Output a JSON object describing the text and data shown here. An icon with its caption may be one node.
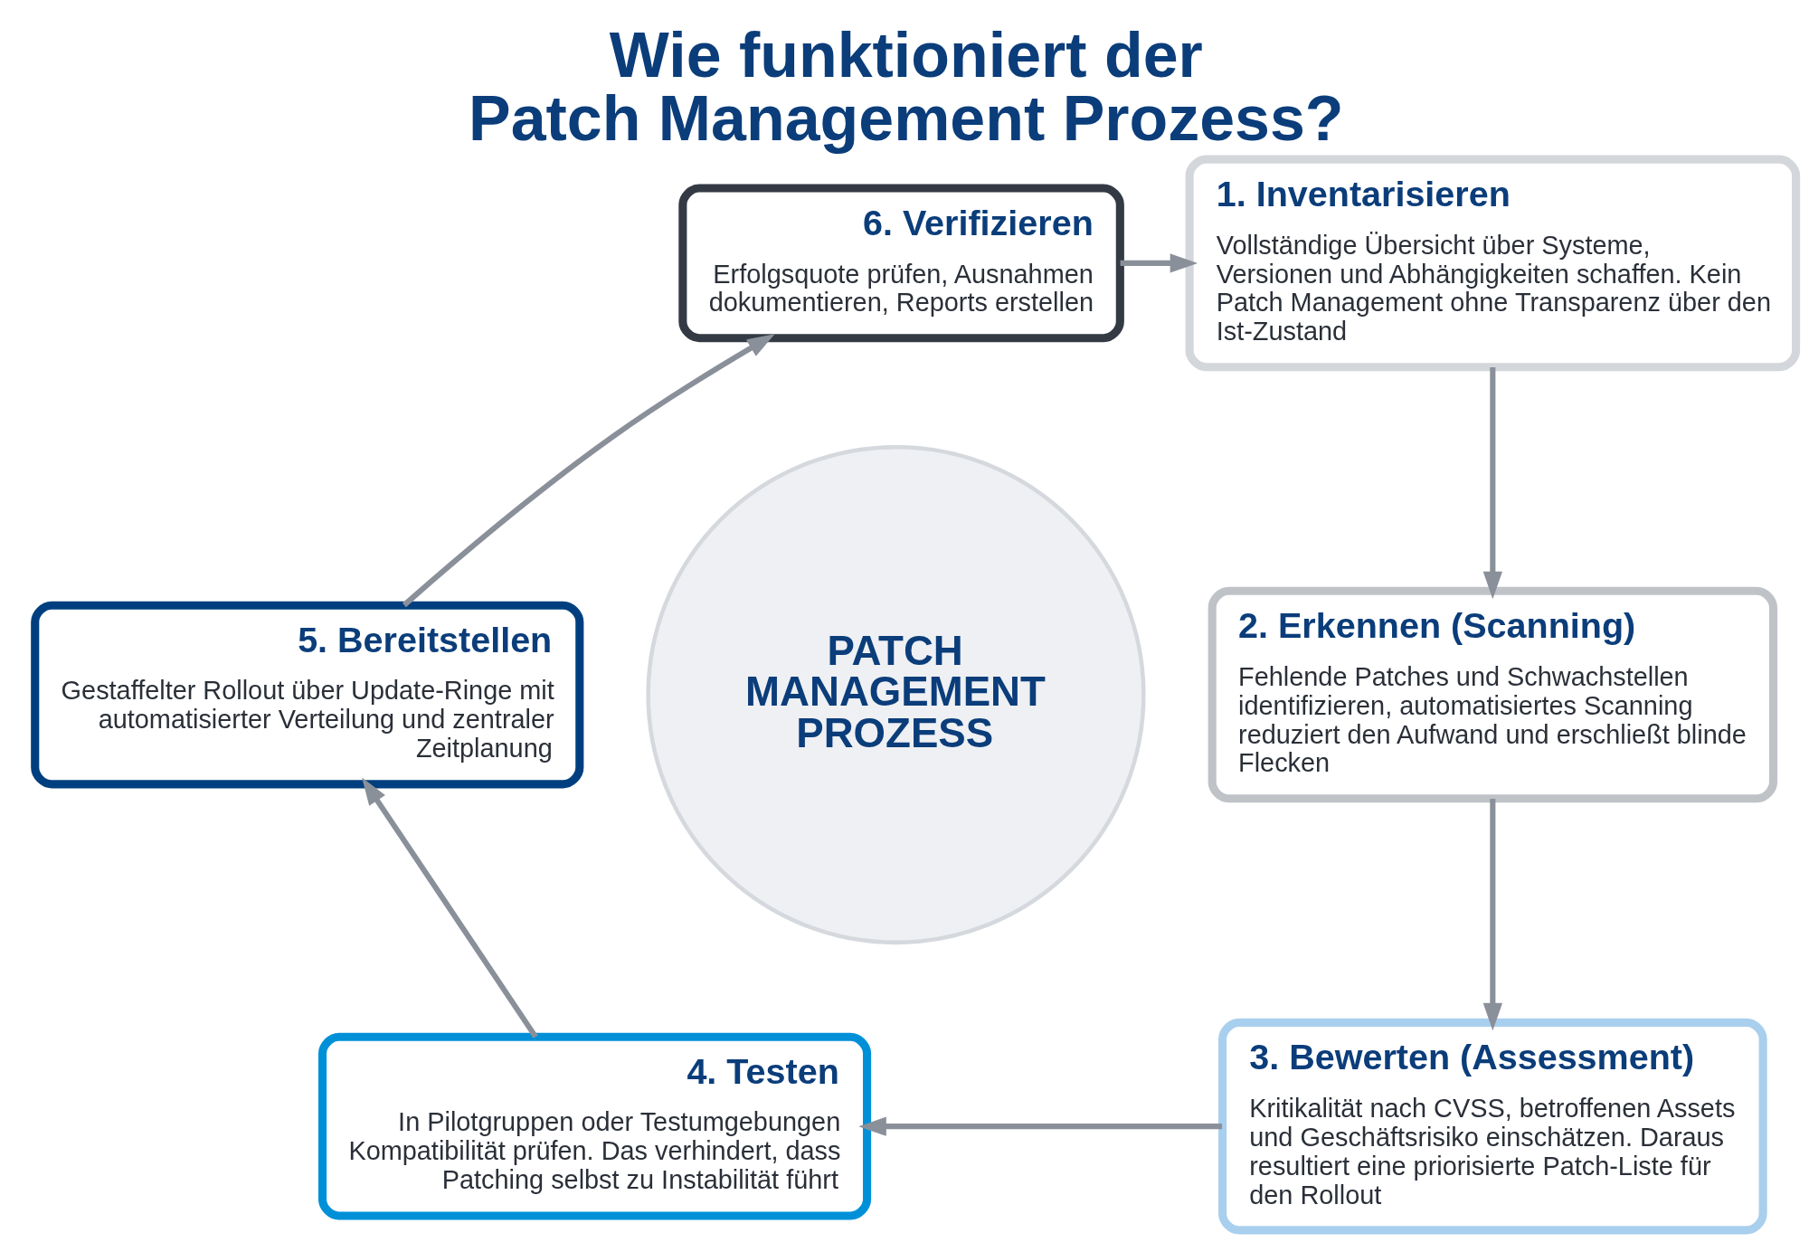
{
  "diagram": {
    "title": "Wie funktioniert der Patch Management Prozess?",
    "nodes": [
      {
        "text": [
          "1. Inventarisieren",
          "Vollständige Übersicht über Systeme, Versionen und Abhängigkeiten schaffen. Kein Patch Management ohne Transparenz über den Ist-Zustand"
        ]
      },
      {
        "text": [
          "2. Erkennen (Scanning)",
          "Fehlende Patches und Schwachstellen identifizieren, automatisiertes Scanning reduziert den Aufwand und erschließt blinde Flecken"
        ]
      },
      {
        "text": [
          "3. Bewerten (Assessment)",
          "Kritikalität nach CVSS, betroffenen Assets und Geschäftsrisiko einschätzen. Daraus resultiert eine priorisierte Patch-Liste für den Rollout"
        ]
      },
      {
        "text": [
          "4. Testen",
          "In Pilotgruppen oder Testumgebungen Kompatibilität prüfen. Das verhindert, dass Patching selbst zu Instabilität führt"
        ]
      },
      {
        "text": [
          "5. Bereitstellen",
          "Gestaffelter Rollout über Update-Ringe mit automatisierter Verteilung und zentraler Zeitplanung"
        ]
      },
      {
        "text": [
          "6. Verifizieren",
          "Erfolgsquote prüfen, Ausnahmen dokumentieren, Reports erstellen"
        ]
      },
      {
        "text": [
          "PATCH MANAGEMENT PROZESS"
        ]
      }
    ],
    "edges": [
      {
        "from": 0,
        "to": 1,
        "arrow": "to"
      },
      {
        "from": 1,
        "to": 2,
        "arrow": "to"
      },
      {
        "from": 2,
        "to": 3,
        "arrow": "to"
      },
      {
        "from": 3,
        "to": 4,
        "arrow": "to"
      },
      {
        "from": 4,
        "to": 5,
        "arrow": "to"
      },
      {
        "from": 5,
        "to": 0,
        "arrow": "to"
      }
    ]
  }
}
